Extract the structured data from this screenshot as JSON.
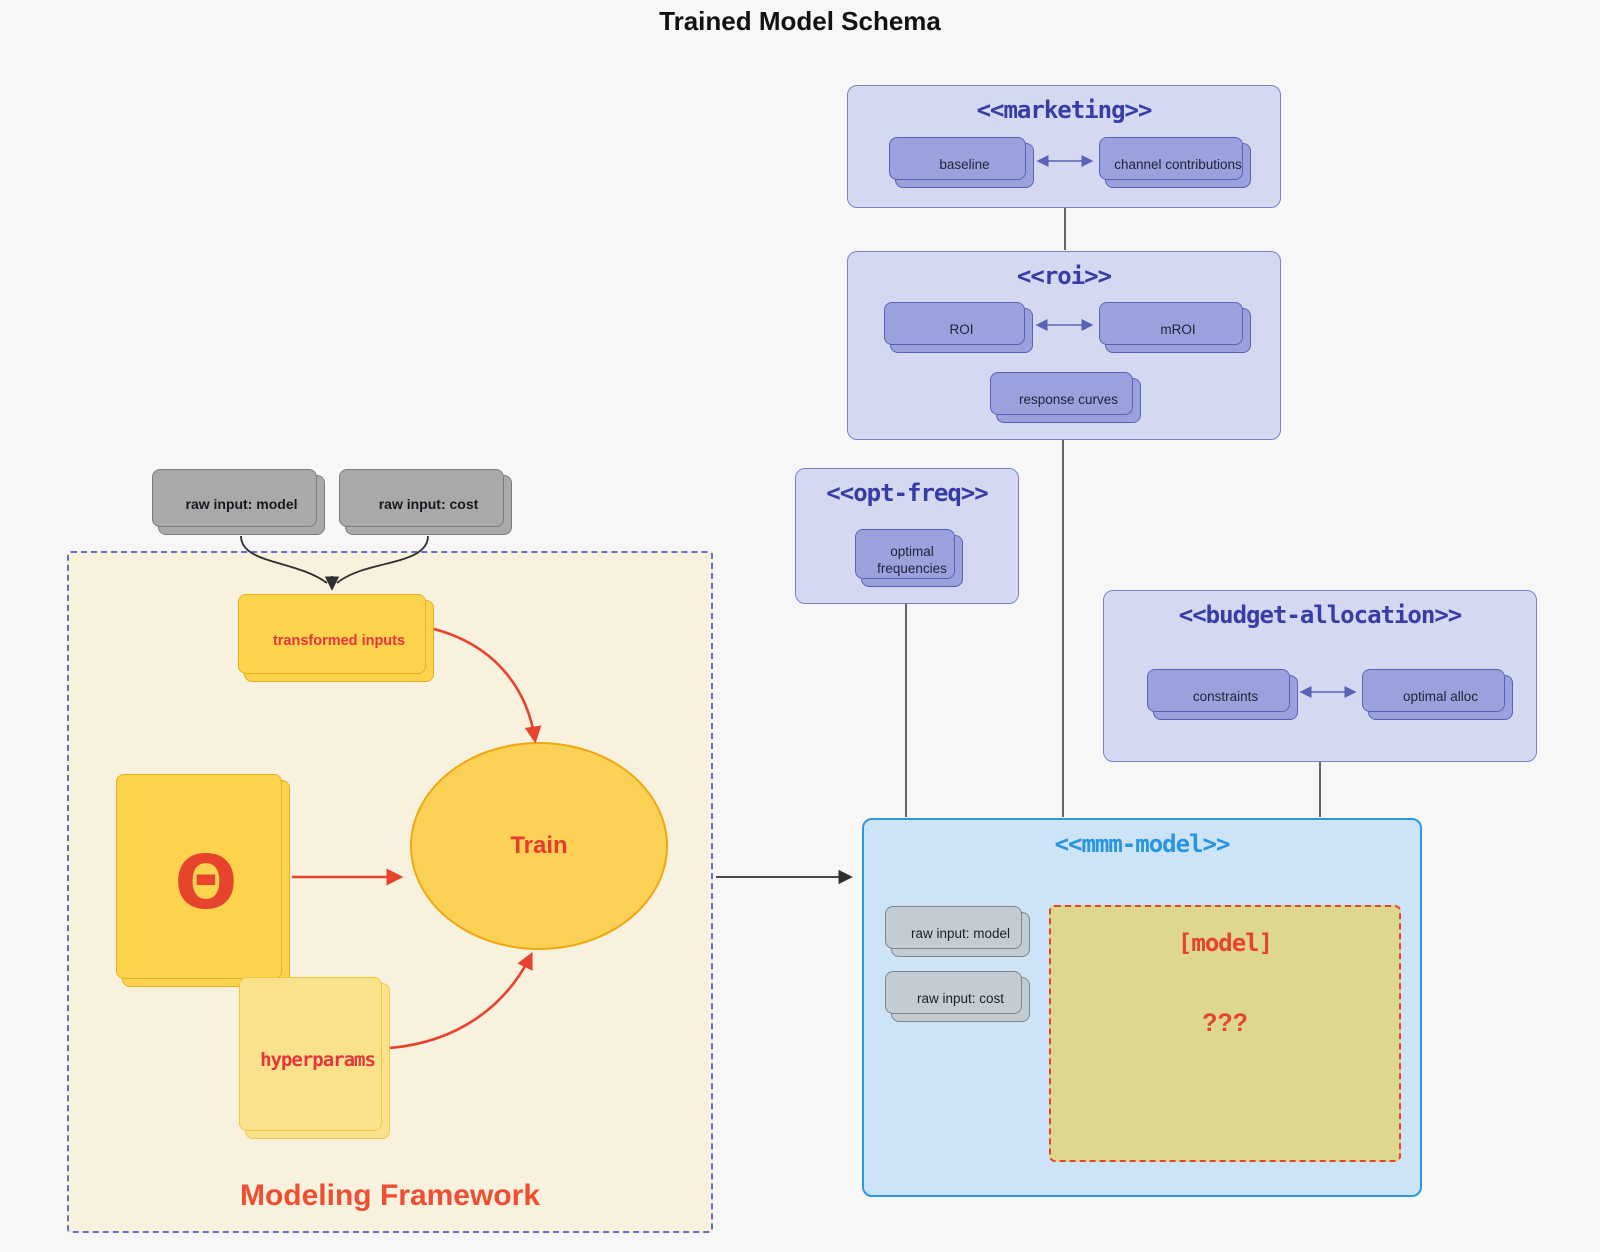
{
  "title": "Trained Model Schema",
  "palette": {
    "purple_node": "#9aa2de",
    "purple_cluster_bg": "#d5d8f1",
    "purple_cluster_border": "#7b82cc",
    "indigo_title_text": "#363da6",
    "blue_cluster_bg": "#cde4f6",
    "blue_cluster_border": "#2b98e0",
    "blue_title_text": "#2695e3",
    "yellow_node": "#fbd34d",
    "yellow_light_node": "#fae28d",
    "cream_cluster_bg": "#f8f1dd",
    "khaki_model_bg": "#ded88f",
    "red_accent": "#e8432c",
    "gray_node": "#a9a9a9",
    "gray_light_node": "#c3ccd2",
    "canvas_bg": "#f7f7f8"
  },
  "external_inputs": {
    "raw_model": "raw input: model",
    "raw_cost": "raw input: cost"
  },
  "clusters": {
    "marketing": {
      "title": "<<marketing>>",
      "baseline": "baseline",
      "channel": "channel contributions"
    },
    "roi": {
      "title": "<<roi>>",
      "roi": "ROI",
      "mroi": "mROI",
      "response": "response curves"
    },
    "optfreq": {
      "title": "<<opt-freq>>",
      "optimal": "optimal frequencies"
    },
    "budget": {
      "title": "<<budget-allocation>>",
      "constraints": "constraints",
      "alloc": "optimal alloc"
    },
    "mmm": {
      "title": "<<mmm-model>>",
      "raw_model": "raw input: model",
      "raw_cost": "raw input: cost",
      "model": "[model]",
      "unknown": "???"
    },
    "framework": {
      "label": "Modeling Framework",
      "transformed": "transformed inputs",
      "theta": "Θ",
      "train": "Train",
      "hyperparams": "hyperparams"
    }
  }
}
